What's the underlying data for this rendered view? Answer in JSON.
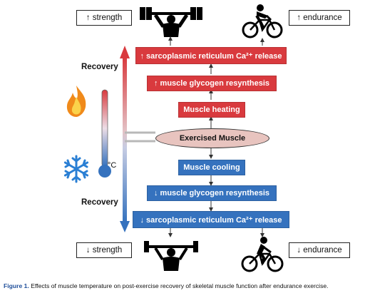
{
  "outcomes": {
    "top_left": "↑ strength",
    "top_right": "↑ endurance",
    "bottom_left": "↓ strength",
    "bottom_right": "↓ endurance"
  },
  "recovery_labels": {
    "top": "Recovery",
    "bottom": "Recovery"
  },
  "center_node": "Exercised Muscle",
  "red_boxes": [
    "↑ sarcoplasmic reticulum Ca²⁺ release",
    "↑ muscle glycogen resynthesis",
    "Muscle heating"
  ],
  "blue_boxes": [
    "Muscle cooling",
    "↓ muscle glycogen resynthesis",
    "↓ sarcoplasmic reticulum Ca²⁺ release"
  ],
  "thermometer_unit": "°C",
  "caption": {
    "label": "Figure 1.",
    "text": "Effects of muscle temperature on post-exercise recovery of skeletal muscle function after endurance exercise."
  },
  "colors": {
    "heat": "#d93a3e",
    "cold": "#3572be",
    "ellipse_fill": "#e8c4bf",
    "snowflake": "#2a7fd4"
  },
  "icons": [
    "weightlifter-icon",
    "cyclist-icon",
    "flame-icon",
    "snowflake-icon",
    "thermometer-icon"
  ]
}
